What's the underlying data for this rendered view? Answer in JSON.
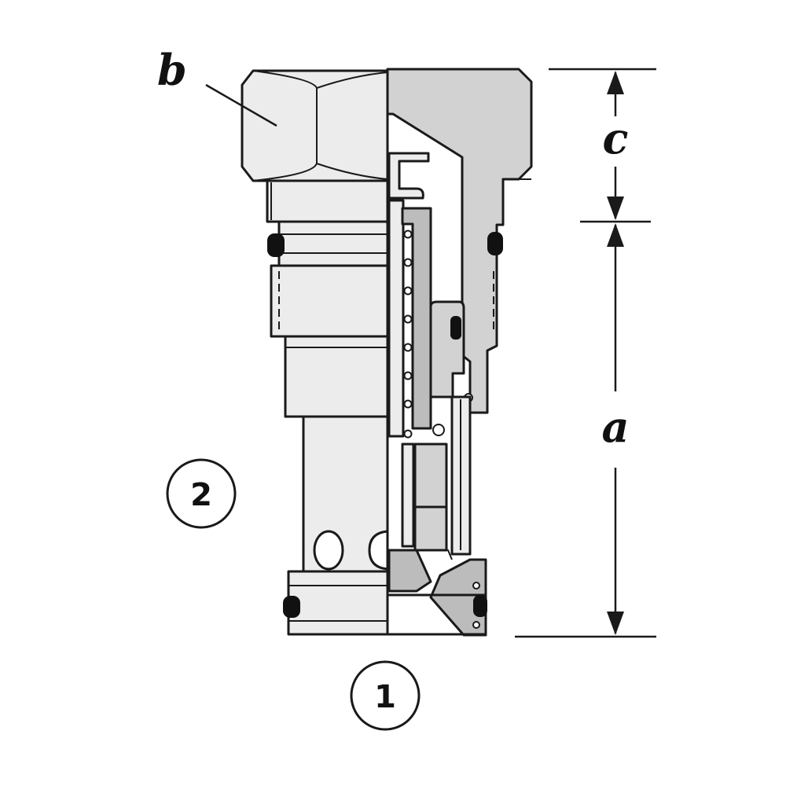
{
  "labels": {
    "b": "b",
    "c": "c",
    "a": "a",
    "port_2": "2",
    "port_1": "1"
  },
  "colors": {
    "outline": "#1a1a1a",
    "fill_light": "#ececec",
    "fill_mid": "#d2d2d2",
    "fill_dark": "#bcbcbc",
    "background": "#ffffff"
  }
}
